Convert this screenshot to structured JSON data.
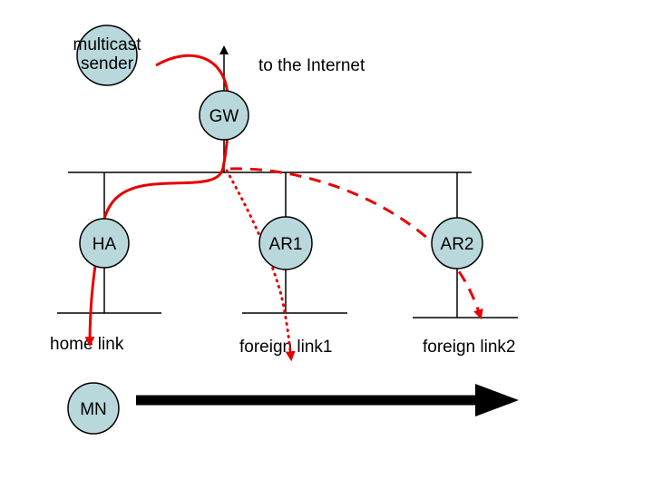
{
  "diagram": {
    "nodes": {
      "sender": {
        "line1": "multicast",
        "line2": "sender"
      },
      "gw": {
        "label": "GW"
      },
      "ha": {
        "label": "HA"
      },
      "ar1": {
        "label": "AR1"
      },
      "ar2": {
        "label": "AR2"
      },
      "mn": {
        "label": "MN"
      }
    },
    "labels": {
      "internet": "to the Internet",
      "home_link": "home link",
      "foreign_link1": "foreign link1",
      "foreign_link2": "foreign link2"
    },
    "colors": {
      "node_fill": "#b9d8dc",
      "route_red": "#e60000",
      "line": "#000000"
    }
  }
}
